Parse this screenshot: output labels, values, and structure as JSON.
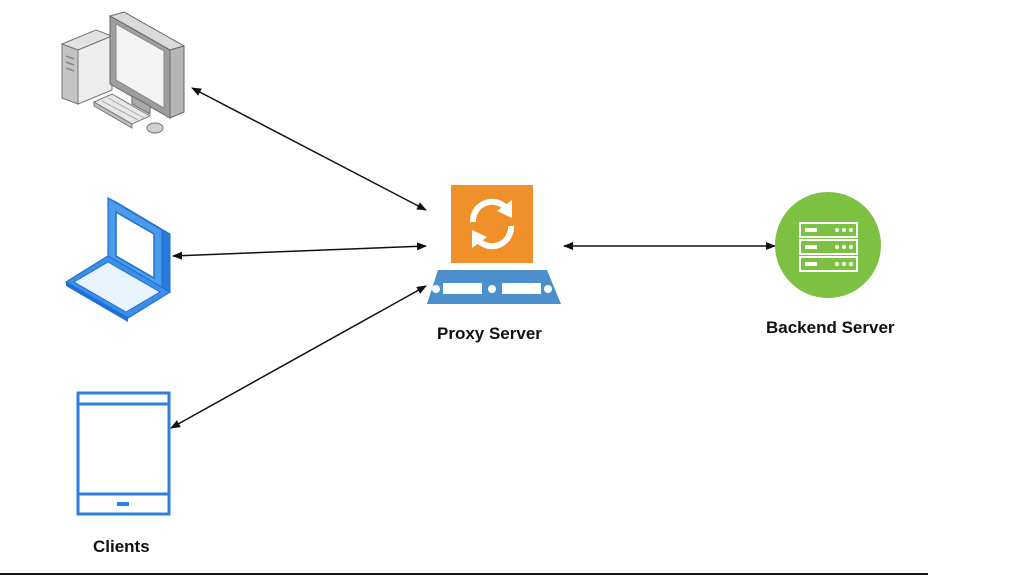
{
  "nodes": {
    "proxy": {
      "label": "Proxy Server",
      "icon": "sync-arrows-icon",
      "accent_color": "#f0902a",
      "base_color": "#4b8fcd"
    },
    "backend": {
      "label": "Backend Server",
      "icon": "server-rack-icon",
      "accent_color": "#7dc142"
    },
    "clients": {
      "label": "Clients",
      "devices": [
        {
          "icon": "desktop-computer-icon"
        },
        {
          "icon": "laptop-icon"
        },
        {
          "icon": "tablet-icon"
        }
      ]
    }
  },
  "edges": [
    {
      "from": "desktop-computer",
      "to": "proxy",
      "direction": "both"
    },
    {
      "from": "laptop",
      "to": "proxy",
      "direction": "both"
    },
    {
      "from": "tablet",
      "to": "proxy",
      "direction": "both"
    },
    {
      "from": "proxy",
      "to": "backend",
      "direction": "both"
    }
  ]
}
